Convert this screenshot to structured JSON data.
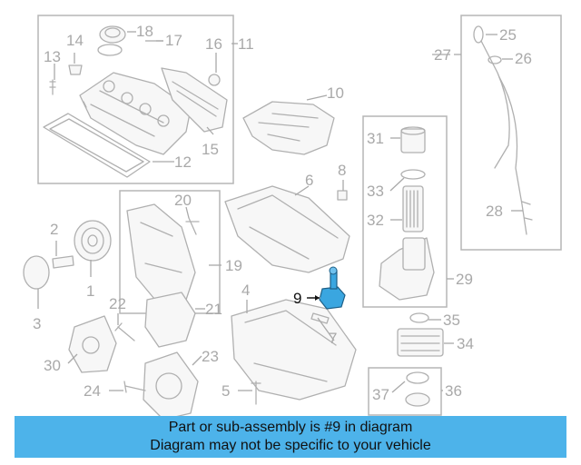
{
  "callouts": {
    "c1": "1",
    "c2": "2",
    "c3": "3",
    "c4": "4",
    "c5": "5",
    "c6": "6",
    "c7": "7",
    "c8": "8",
    "c9": "9",
    "c10": "10",
    "c11": "11",
    "c12": "12",
    "c13": "13",
    "c14": "14",
    "c15": "15",
    "c16": "16",
    "c17": "17",
    "c18": "18",
    "c19": "19",
    "c20": "20",
    "c21": "21",
    "c22": "22",
    "c23": "23",
    "c24": "24",
    "c25": "25",
    "c26": "26",
    "c27": "27",
    "c28": "28",
    "c29": "29",
    "c30": "30",
    "c31": "31",
    "c32": "32",
    "c33": "33",
    "c34": "34",
    "c35": "35",
    "c36": "36",
    "c37": "37"
  },
  "highlighted_part": "9",
  "colors": {
    "highlight": "#3aa6e0",
    "banner": "#4db3ea",
    "line": "#b0b0b0"
  },
  "banner": {
    "line1": "Part or sub-assembly is #9 in diagram",
    "line2": "Diagram may not be specific to your vehicle"
  }
}
